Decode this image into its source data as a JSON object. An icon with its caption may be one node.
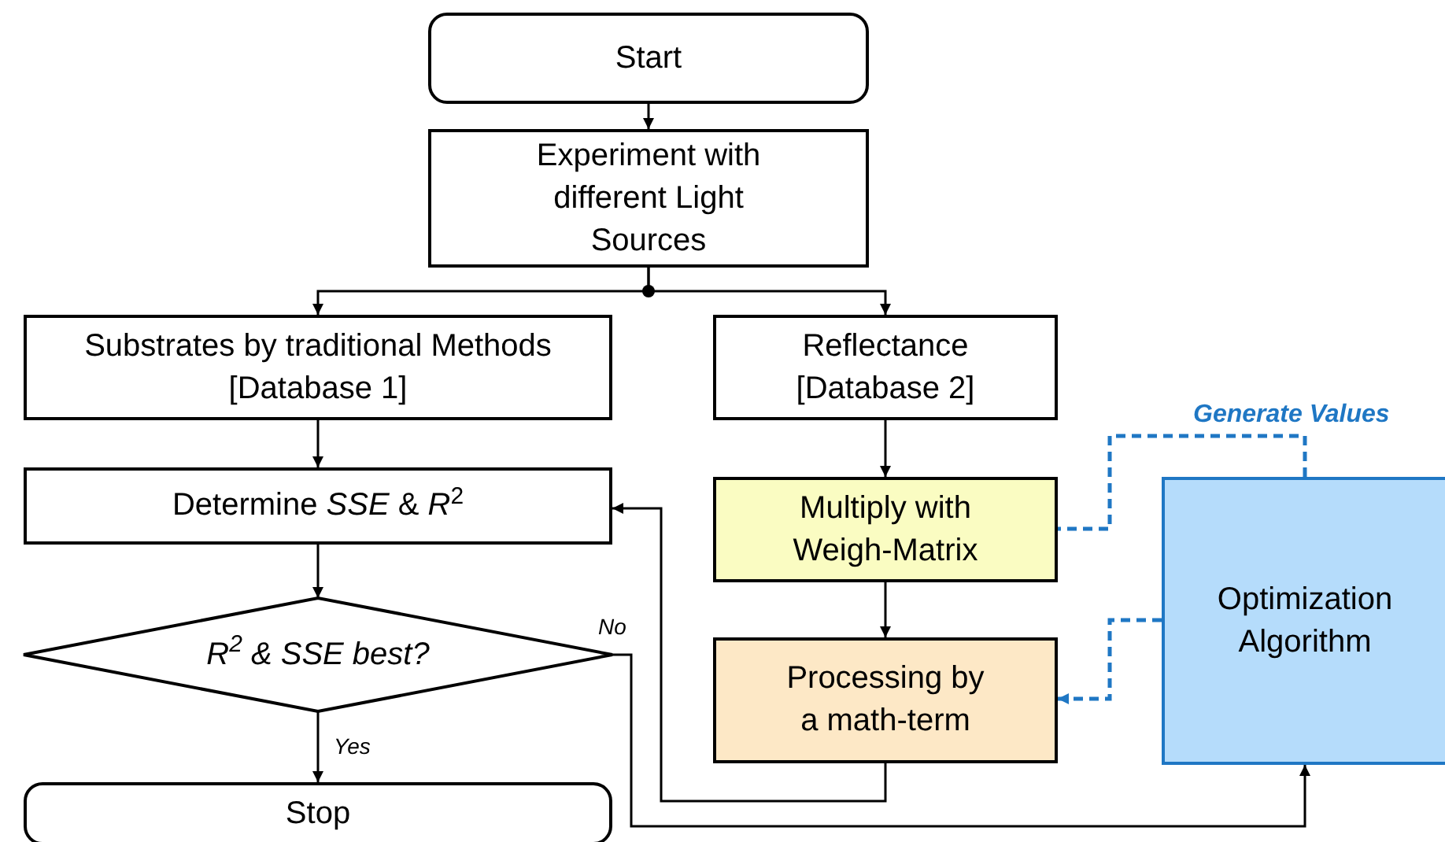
{
  "diagram": {
    "nodes": [
      {
        "text": [
          "Start"
        ]
      },
      {
        "text": [
          "Experiment with different Light Sources"
        ]
      },
      {
        "text": [
          "Substrates by traditional Methods [Database 1]"
        ]
      },
      {
        "text": [
          "Reflectance [Database 2]"
        ]
      },
      {
        "text": [
          "Determine *SSE* & *R*$^{2}$"
        ]
      },
      {
        "text": [
          "Multiply with Weigh-Matrix"
        ]
      },
      {
        "text": [
          "R$^{2}$ & SSE best?"
        ]
      },
      {
        "text": [
          "Processing by a math-term"
        ]
      },
      {
        "text": [
          "Stop"
        ]
      },
      {
        "text": [
          "Optimization Algorithm"
        ]
      }
    ],
    "edges": [
      {
        "from": 0,
        "to": 1,
        "arrow": "to"
      },
      {
        "from": 1,
        "to": 2,
        "arrow": "to"
      },
      {
        "from": 1,
        "to": 3,
        "arrow": "to"
      },
      {
        "from": 2,
        "to": 4,
        "arrow": "to"
      },
      {
        "from": 3,
        "to": 5,
        "arrow": "to"
      },
      {
        "from": 5,
        "to": 7,
        "arrow": "to"
      },
      {
        "from": 4,
        "to": 6,
        "arrow": "to"
      },
      {
        "from": 6,
        "to": 8,
        "arrow": "to",
        "label": "Yes"
      },
      {
        "from": 6,
        "to": 9,
        "arrow": "to",
        "label": "No"
      },
      {
        "from": 7,
        "to": 4,
        "arrow": "to"
      },
      {
        "from": 9,
        "to": 5,
        "arrow": "to",
        "label": "Generate Values",
        "style": "dashed",
        "color": "#1f77c4"
      },
      {
        "from": 9,
        "to": 7,
        "arrow": "to",
        "style": "dashed",
        "color": "#1f77c4"
      }
    ]
  }
}
